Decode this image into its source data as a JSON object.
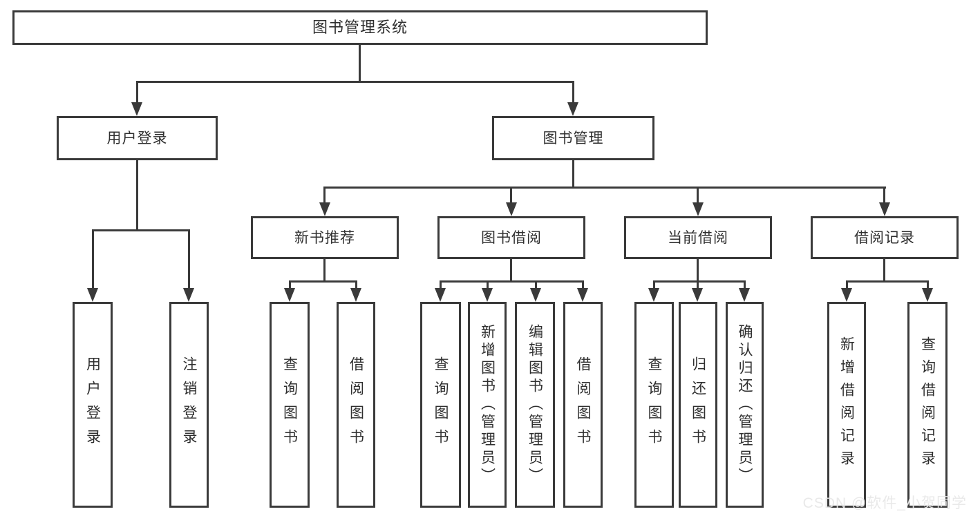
{
  "diagram": {
    "root": {
      "label": "图书管理系统"
    },
    "level2": {
      "user_login": {
        "label": "用户登录"
      },
      "book_management": {
        "label": "图书管理"
      }
    },
    "level3": {
      "new_book_recommend": {
        "label": "新书推荐"
      },
      "book_borrow": {
        "label": "图书借阅"
      },
      "current_borrow": {
        "label": "当前借阅"
      },
      "borrow_records": {
        "label": "借阅记录"
      }
    },
    "leaves": {
      "user_login_leaf": {
        "label": "用户登录"
      },
      "logout_leaf": {
        "label": "注销登录"
      },
      "query_book_1": {
        "label": "查询图书"
      },
      "borrow_book_1": {
        "label": "借阅图书"
      },
      "query_book_2": {
        "label": "查询图书"
      },
      "add_book_admin": {
        "label": "新增图书（管理员）"
      },
      "edit_book_admin": {
        "label": "编辑图书（管理员）"
      },
      "borrow_book_2": {
        "label": "借阅图书"
      },
      "query_book_3": {
        "label": "查询图书"
      },
      "return_book": {
        "label": "归还图书"
      },
      "confirm_return_admin": {
        "label": "确认归还（管理员）"
      },
      "add_borrow_record": {
        "label": "新增借阅记录"
      },
      "query_borrow_record": {
        "label": "查询借阅记录"
      }
    },
    "watermark": "CSDN @软件_小贺同学",
    "colors": {
      "line": "#3a3a3a",
      "text": "#2f2f2f",
      "box_bg": "#ffffff",
      "watermark": "#e7e7e7"
    }
  }
}
